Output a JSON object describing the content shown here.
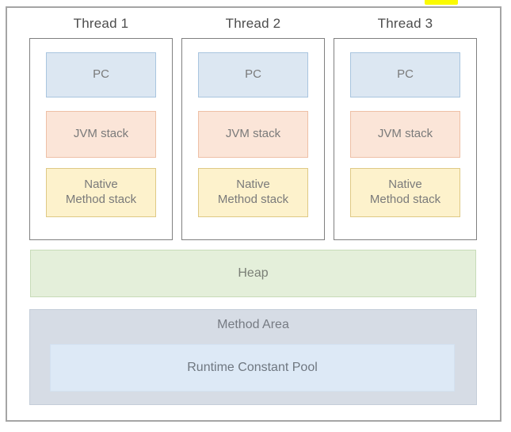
{
  "diagram": {
    "threads": [
      {
        "title": "Thread 1",
        "pc_label": "PC",
        "jvm_stack_label": "JVM stack",
        "native_method_stack_label": "Native\nMethod stack"
      },
      {
        "title": "Thread 2",
        "pc_label": "PC",
        "jvm_stack_label": "JVM stack",
        "native_method_stack_label": "Native\nMethod stack"
      },
      {
        "title": "Thread 3",
        "pc_label": "PC",
        "jvm_stack_label": "JVM stack",
        "native_method_stack_label": "Native\nMethod stack"
      }
    ],
    "heap_label": "Heap",
    "method_area_label": "Method Area",
    "runtime_constant_pool_label": "Runtime Constant Pool"
  },
  "colors": {
    "pc_fill": "#dce7f2",
    "pc_border": "#a9c5df",
    "jvm_fill": "#fbe5d8",
    "jvm_border": "#eec0a6",
    "native_fill": "#fdf2cc",
    "native_border": "#dfc985",
    "heap_fill": "#e4efda",
    "heap_border": "#c7dbb8",
    "method_area_fill": "#d6dce5",
    "method_area_border": "#c4cdd9",
    "runtime_pool_fill": "#dde9f6",
    "runtime_pool_border": "#d3e1f0",
    "highlight_yellow": "#fbfb00"
  }
}
